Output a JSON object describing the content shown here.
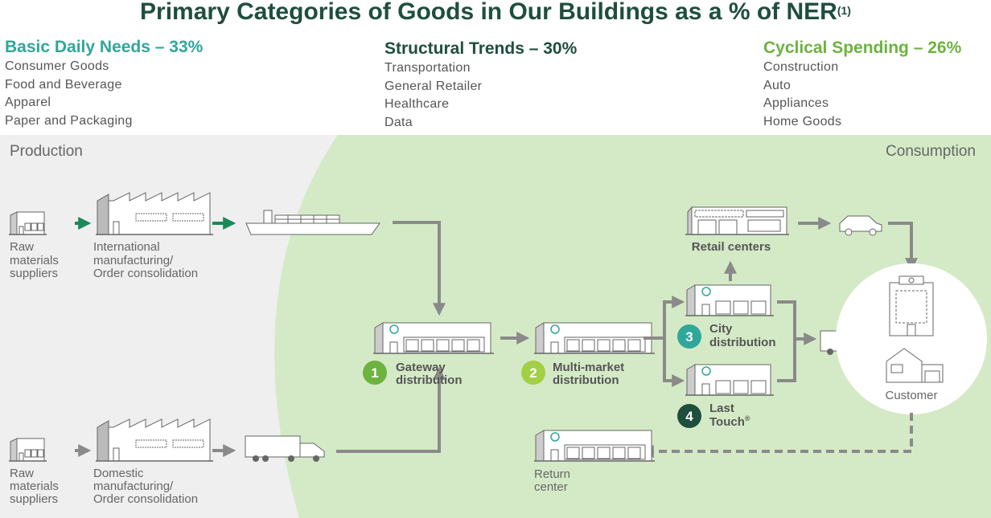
{
  "title": {
    "text": "Primary Categories of Goods in Our Buildings as a % of NER",
    "footnote": "(1)"
  },
  "categories": [
    {
      "heading": "Basic Daily Needs – 33%",
      "color": "#2fa79a",
      "items": [
        "Consumer Goods",
        "Food and Beverage",
        "Apparel",
        "Paper and Packaging"
      ]
    },
    {
      "heading": "Structural Trends – 30%",
      "color": "#1f4e3d",
      "items": [
        "Transportation",
        "General Retailer",
        "Healthcare",
        "Data"
      ]
    },
    {
      "heading": "Cyclical Spending – 26%",
      "color": "#6cb33f",
      "items": [
        "Construction",
        "Auto",
        "Appliances",
        "Home Goods"
      ]
    }
  ],
  "diagram": {
    "production_label": "Production",
    "consumption_label": "Consumption",
    "top_row": {
      "raw_materials": [
        "Raw",
        "materials",
        "suppliers"
      ],
      "manufacturing": [
        "International",
        "manufacturing/",
        "Order consolidation"
      ]
    },
    "bottom_row": {
      "raw_materials": [
        "Raw",
        "materials",
        "suppliers"
      ],
      "manufacturing": [
        "Domestic",
        "manufacturing/",
        "Order consolidation"
      ]
    },
    "steps": [
      {
        "number": "1",
        "lines": [
          "Gateway",
          "distribution"
        ],
        "color": "#6cb33f"
      },
      {
        "number": "2",
        "lines": [
          "Multi-market",
          "distribution"
        ],
        "color": "#a3cf45"
      },
      {
        "number": "3",
        "lines": [
          "City",
          "distribution"
        ],
        "color": "#2fa79a"
      },
      {
        "number": "4",
        "lines": [
          "Last",
          "Touch"
        ],
        "trademark": "®",
        "color": "#1f4e3d"
      }
    ],
    "retail_label": "Retail centers",
    "return_label": [
      "Return",
      "center"
    ],
    "customer_label": "Customer"
  },
  "colors": {
    "production_bg": "#efefef",
    "consumption_bg": "#d4eac6",
    "arrow": "#8a8a8a",
    "green_arrow": "#1a8a5a"
  }
}
